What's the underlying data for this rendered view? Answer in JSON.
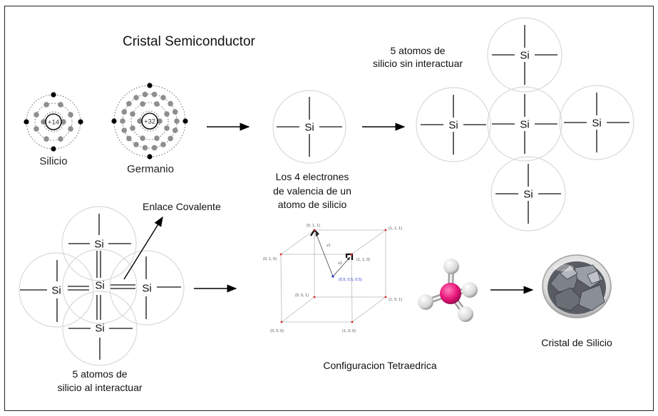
{
  "title": "Cristal Semiconductor",
  "silicon_atom": {
    "label": "Silicio",
    "nucleus": "+14"
  },
  "germanium_atom": {
    "label": "Germanio",
    "nucleus": "+32"
  },
  "single_atom": {
    "symbol": "Si",
    "caption": [
      "Los 4 electrones",
      "de valencia de un",
      "atomo de silicio"
    ]
  },
  "five_atoms_apart": {
    "caption": [
      "5 atomos de",
      "silicio sin interactuar"
    ]
  },
  "bonded_cluster": {
    "caption": [
      "5 atomos de",
      "silicio al interactuar"
    ],
    "bond_label": "Enlace Covalente"
  },
  "tetrahedral": {
    "caption": "Configuracion Tetraedrica",
    "vertices": [
      "(0, 1, 1)",
      "(1, 1, 1)",
      "(0, 1, 0)",
      "(1, 1, 0)",
      "(0, 0, 1)",
      "(1, 0, 1)",
      "(0, 0, 0)",
      "(1, 0, 0)"
    ],
    "center": "(0.5, 0.5, 0.5)",
    "vectors": [
      "v1",
      "v2"
    ]
  },
  "crystal": {
    "caption": "Cristal de Silicio"
  },
  "colors": {
    "molecule_center": "#e8157a",
    "atom_gray": "#8e8e8e",
    "circle": "#d9d9d9"
  }
}
